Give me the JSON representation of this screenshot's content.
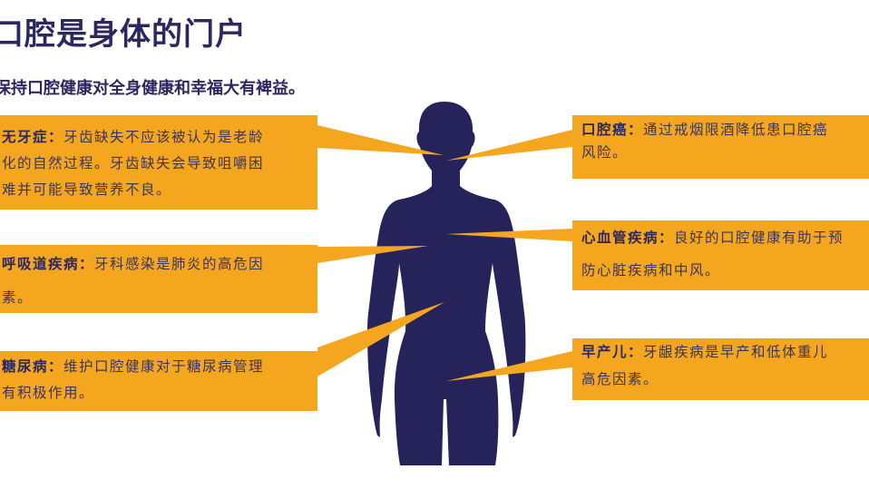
{
  "title": "口腔是身体的门户",
  "subtitle": "保持口腔健康对全身健康和幸福大有裨益。",
  "colors": {
    "accent": "#f5a61f",
    "navy": "#2b2760",
    "figure": "#26235b"
  },
  "left_boxes": [
    {
      "heading": "无牙症：",
      "lines": [
        "牙齿缺失不应该被认为是老龄",
        "化的自然过程。牙齿缺失会导致咀嚼困",
        "难并可能导致营养不良。"
      ]
    },
    {
      "heading": "呼吸道疾病：",
      "lines": [
        "牙科感染是肺炎的高危因",
        "素。"
      ]
    },
    {
      "heading": "糖尿病：",
      "lines": [
        "维护口腔健康对于糖尿病管理",
        "有积极作用。"
      ]
    }
  ],
  "right_boxes": [
    {
      "heading": "口腔癌：",
      "lines": [
        "通过戒烟限酒降低患口腔癌",
        "风险。"
      ]
    },
    {
      "heading": "心血管疾病：",
      "lines": [
        "良好的口腔健康有助于预",
        "防心脏疾病和中风。"
      ]
    },
    {
      "heading": "早产儿：",
      "lines": [
        "牙龈疾病是早产和低体重儿",
        "高危因素。"
      ]
    }
  ]
}
